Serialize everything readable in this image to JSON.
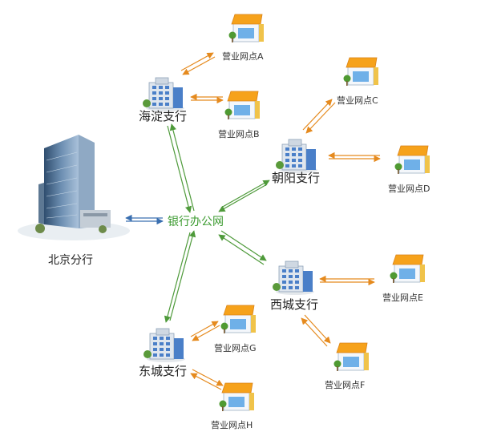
{
  "hq": {
    "label": "北京分行"
  },
  "hub": {
    "label": "银行办公网"
  },
  "branches": [
    {
      "label": "海淀支行"
    },
    {
      "label": "朝阳支行"
    },
    {
      "label": "西城支行"
    },
    {
      "label": "东城支行"
    }
  ],
  "outlets": [
    {
      "label": "营业网点A"
    },
    {
      "label": "营业网点B"
    },
    {
      "label": "营业网点C"
    },
    {
      "label": "营业网点D"
    },
    {
      "label": "营业网点E"
    },
    {
      "label": "营业网点F"
    },
    {
      "label": "营业网点G"
    },
    {
      "label": "营业网点H"
    }
  ],
  "colors": {
    "hub_link": "#4e9a3a",
    "hq_link": "#3a6fb0",
    "outlet_link": "#e58a1e",
    "hub_text": "#3a9a2e",
    "awning": "#f6a21b",
    "building_blue": "#4a7fc8"
  }
}
